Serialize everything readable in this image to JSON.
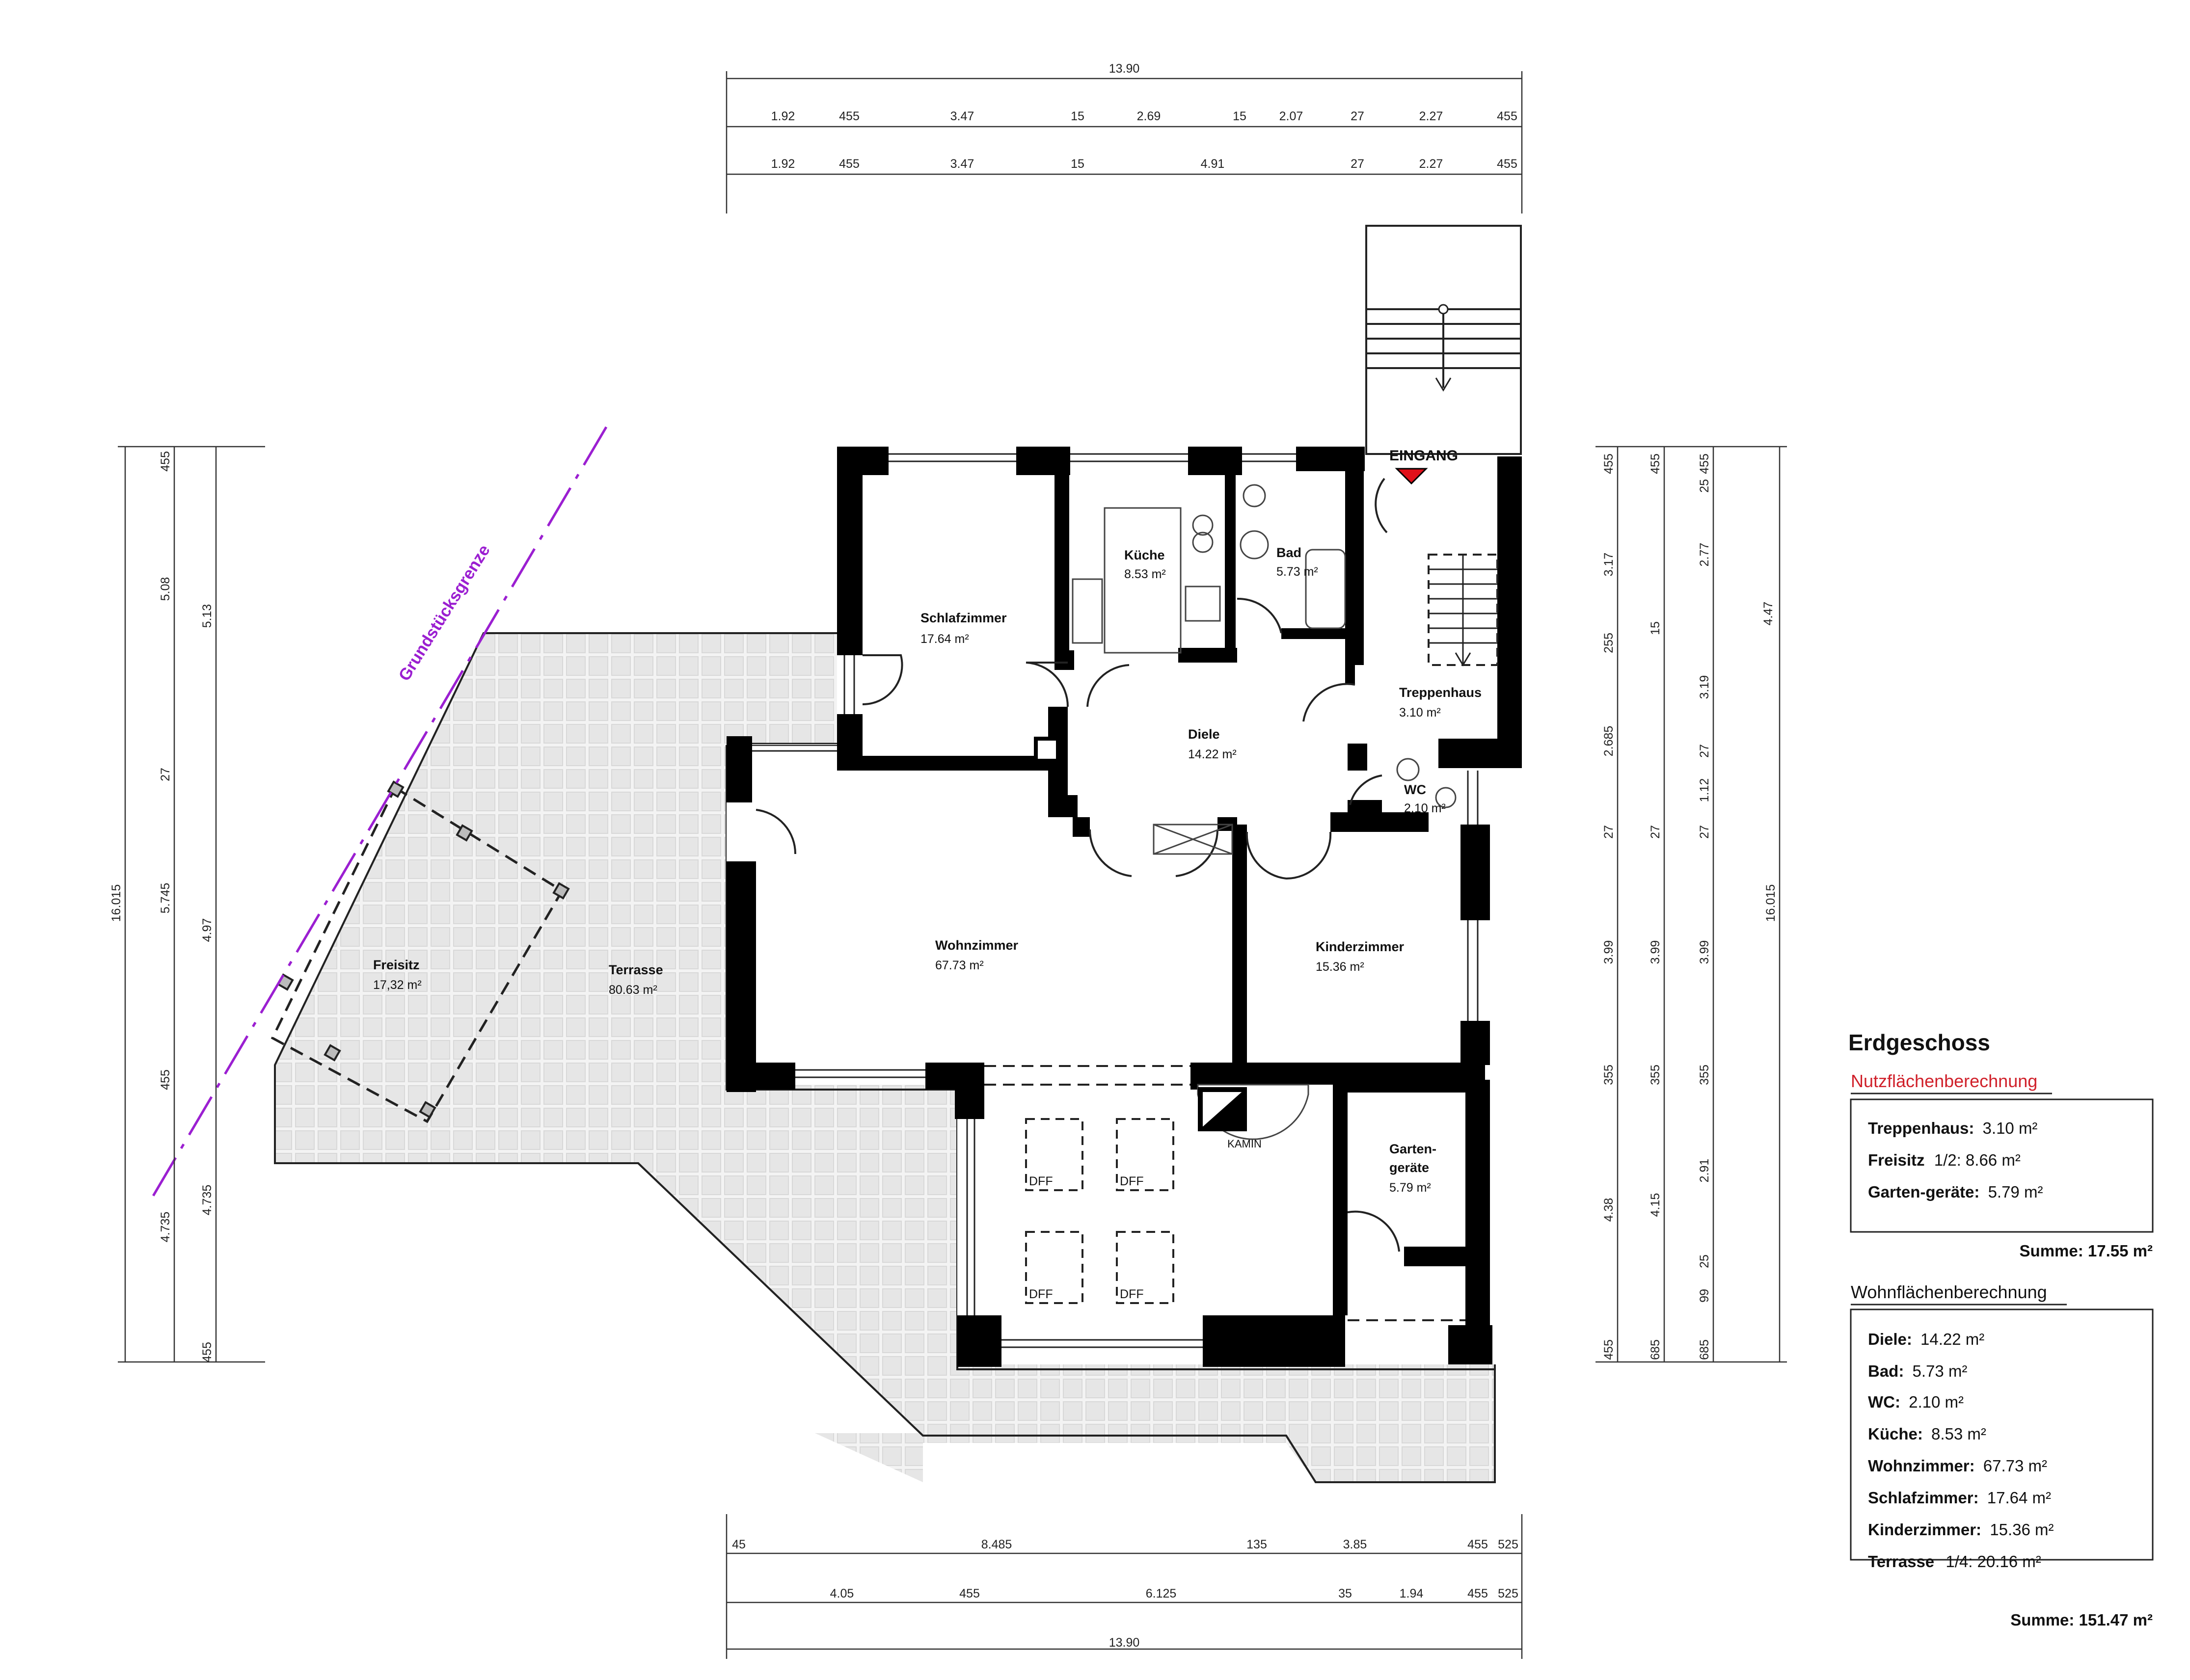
{
  "dimensions": {
    "top_total": "13.90",
    "top_row1": [
      "1.92",
      "455",
      "3.47",
      "15",
      "2.69",
      "15",
      "2.07",
      "27",
      "2.27",
      "455"
    ],
    "top_row2": [
      "1.92",
      "455",
      "3.47",
      "15",
      "4.91",
      "27",
      "2.27",
      "455"
    ],
    "bottom_row1": [
      "45",
      "8.485",
      "135",
      "3.85",
      "455",
      "525"
    ],
    "bottom_row2": [
      "4.05",
      "455",
      "6.125",
      "35",
      "1.94",
      "455",
      "525"
    ],
    "bottom_total": "13.90",
    "left_outer": [
      "455",
      "5.08",
      "27",
      "5.745",
      "455",
      "4.735",
      "455"
    ],
    "left_inner": [
      "5.13",
      "4.97",
      "4.735"
    ],
    "left_total": "16.015",
    "right_col1": [
      "455",
      "3.17",
      "255",
      "2.685",
      "27",
      "3.99",
      "355",
      "4.38",
      "455"
    ],
    "right_col2": [
      "455",
      "15",
      "27",
      "3.99",
      "355",
      "4.15",
      "685"
    ],
    "right_col3": [
      "455",
      "25",
      "2.77",
      "4.47",
      "3.19",
      "27",
      "1.12",
      "27",
      "3.99",
      "355",
      "2.91",
      "25",
      "99",
      "685"
    ],
    "right_total": "16.015"
  },
  "rooms": [
    {
      "name": "Schlafzimmer",
      "area": "17.64 m²"
    },
    {
      "name": "Küche",
      "area": "8.53 m²"
    },
    {
      "name": "Bad",
      "area": "5.73 m²"
    },
    {
      "name": "Treppenhaus",
      "area": "3.10 m²"
    },
    {
      "name": "Diele",
      "area": "14.22 m²"
    },
    {
      "name": "WC",
      "area": "2.10 m²"
    },
    {
      "name": "Wohnzimmer",
      "area": "67.73 m²"
    },
    {
      "name": "Kinderzimmer",
      "area": "15.36 m²"
    },
    {
      "name": "Freisitz",
      "area": "17,32 m²"
    },
    {
      "name": "Terrasse",
      "area": "80.63 m²"
    },
    {
      "name": "Garten-",
      "area": "5.79 m²"
    }
  ],
  "labels": {
    "eingang": "EINGANG",
    "grundstuecksgrenze": "Grundstücksgrenze",
    "kamin": "KAMIN",
    "dff": "DFF",
    "geraete": "geräte"
  },
  "table": {
    "title": "Erdgeschoss",
    "nutz_heading": "Nutzflächenberechnung",
    "nutz_rows": [
      {
        "label": "Treppenhaus:",
        "value": "3.10 m²"
      },
      {
        "label": "Freisitz",
        "value": "1/2: 8.66 m²"
      },
      {
        "label": "Garten-geräte:",
        "value": "5.79 m²"
      }
    ],
    "nutz_sum": "Summe: 17.55 m²",
    "wohn_heading": "Wohnflächenberechnung",
    "wohn_rows": [
      {
        "label": "Diele:",
        "value": "14.22 m²"
      },
      {
        "label": "Bad:",
        "value": "5.73 m²"
      },
      {
        "label": "WC:",
        "value": "2.10 m²"
      },
      {
        "label": "Küche:",
        "value": "8.53 m²"
      },
      {
        "label": "Wohnzimmer:",
        "value": "67.73 m²"
      },
      {
        "label": "Schlafzimmer:",
        "value": "17.64 m²"
      },
      {
        "label": "Kinderzimmer:",
        "value": "15.36 m²"
      },
      {
        "label": "Terrasse",
        "value": "1/4: 20.16 m²"
      }
    ],
    "wohn_sum": "Summe: 151.47 m²"
  },
  "colors": {
    "wall": "#000000",
    "boundary": "#9b1fd1",
    "heading_red": "#d0202a",
    "paving": "#e9e9e9",
    "entrance_marker": "#e0101a"
  }
}
